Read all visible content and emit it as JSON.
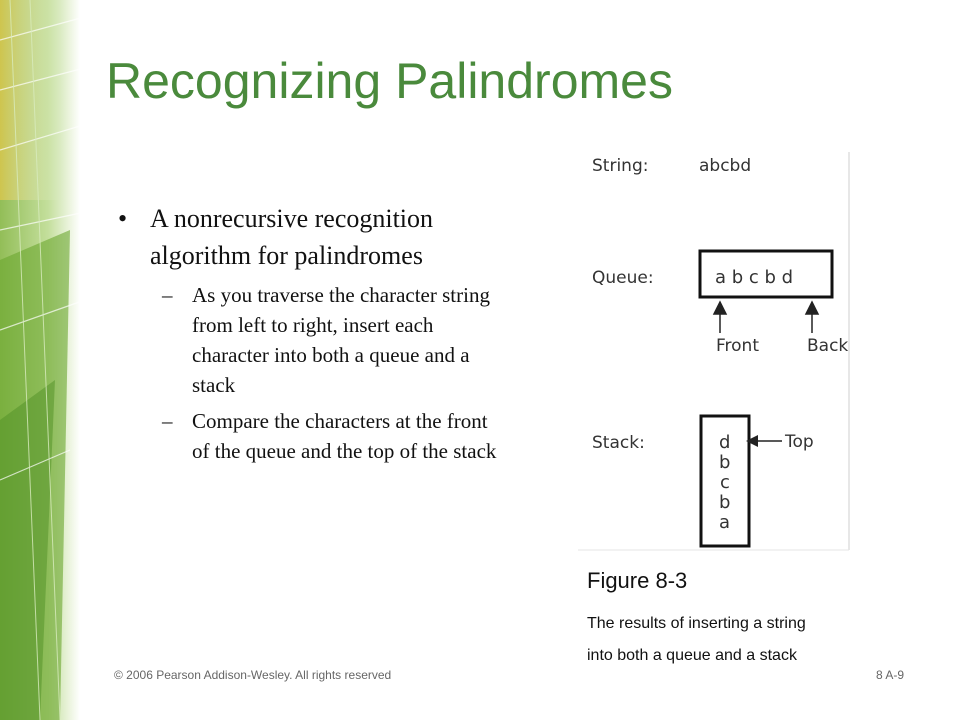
{
  "slide": {
    "title": "Recognizing Palindromes",
    "bullet": "A nonrecursive recognition algorithm for palindromes",
    "subbullets": [
      "As you traverse the character string from left to right, insert each character into both a queue and a stack",
      "Compare the characters at the front of the queue and the top of the stack"
    ]
  },
  "figure": {
    "string_label": "String:",
    "string_value": "abcbd",
    "queue_label": "Queue:",
    "queue_contents": "a b c b d",
    "front_label": "Front",
    "back_label": "Back",
    "stack_label": "Stack:",
    "stack_items": [
      "d",
      "b",
      "c",
      "b",
      "a"
    ],
    "top_label": "Top",
    "title": "Figure 8-3",
    "caption_line1": "The results of inserting a string",
    "caption_line2": "into both a queue and a stack"
  },
  "footer": {
    "copyright": "© 2006 Pearson Addison-Wesley. All rights reserved",
    "page": "8 A-9"
  },
  "colors": {
    "title": "#4a8a3c",
    "decor_green": "#8cc63f"
  }
}
